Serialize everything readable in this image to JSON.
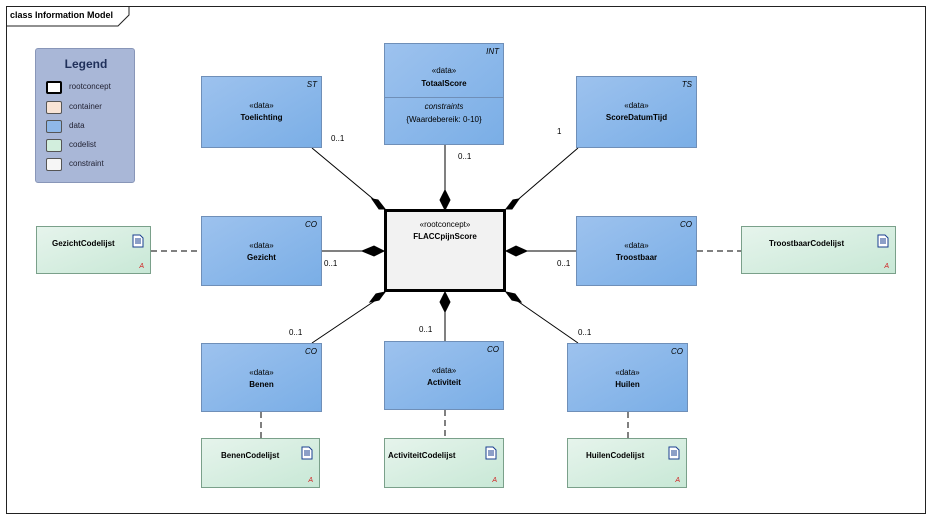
{
  "frame": {
    "label": "class Information Model"
  },
  "legend": {
    "title": "Legend",
    "items": [
      {
        "label": "rootconcept",
        "color": "#ffffff",
        "border": "#000000"
      },
      {
        "label": "container",
        "color": "#f8e4d6",
        "border": "#555555"
      },
      {
        "label": "data",
        "color": "#8fb8e8",
        "border": "#555555"
      },
      {
        "label": "codelist",
        "color": "#d2eedd",
        "border": "#555555"
      },
      {
        "label": "constraint",
        "color": "#f6f6f6",
        "border": "#555555"
      }
    ]
  },
  "nodes": {
    "root": {
      "stereotype": "«rootconcept»",
      "name": "FLACCpijnScore"
    },
    "toelichting": {
      "stereotype": "«data»",
      "name": "Toelichting",
      "tag": "ST"
    },
    "totaalscore": {
      "stereotype": "«data»",
      "name": "TotaalScore",
      "tag": "INT",
      "constraints_header": "constraints",
      "constraint": "{Waardebereik: 0-10}"
    },
    "scoredatumtijd": {
      "stereotype": "«data»",
      "name": "ScoreDatumTijd",
      "tag": "TS"
    },
    "gezicht": {
      "stereotype": "«data»",
      "name": "Gezicht",
      "tag": "CO"
    },
    "troostbaar": {
      "stereotype": "«data»",
      "name": "Troostbaar",
      "tag": "CO"
    },
    "benen": {
      "stereotype": "«data»",
      "name": "Benen",
      "tag": "CO"
    },
    "activiteit": {
      "stereotype": "«data»",
      "name": "Activiteit",
      "tag": "CO"
    },
    "huilen": {
      "stereotype": "«data»",
      "name": "Huilen",
      "tag": "CO"
    }
  },
  "codelists": {
    "gezicht": {
      "name": "GezichtCodelijst",
      "badge": "A"
    },
    "troostbaar": {
      "name": "TroostbaarCodelijst",
      "badge": "A"
    },
    "benen": {
      "name": "BenenCodelijst",
      "badge": "A"
    },
    "activiteit": {
      "name": "ActiviteitCodelijst",
      "badge": "A"
    },
    "huilen": {
      "name": "HuilenCodelijst",
      "badge": "A"
    }
  },
  "multiplicities": {
    "toelichting": "0..1",
    "totaalscore": "0..1",
    "scoredatumtijd": "1",
    "gezicht": "0..1",
    "troostbaar": "0..1",
    "benen": "0..1",
    "activiteit": "0..1",
    "huilen": "0..1"
  }
}
